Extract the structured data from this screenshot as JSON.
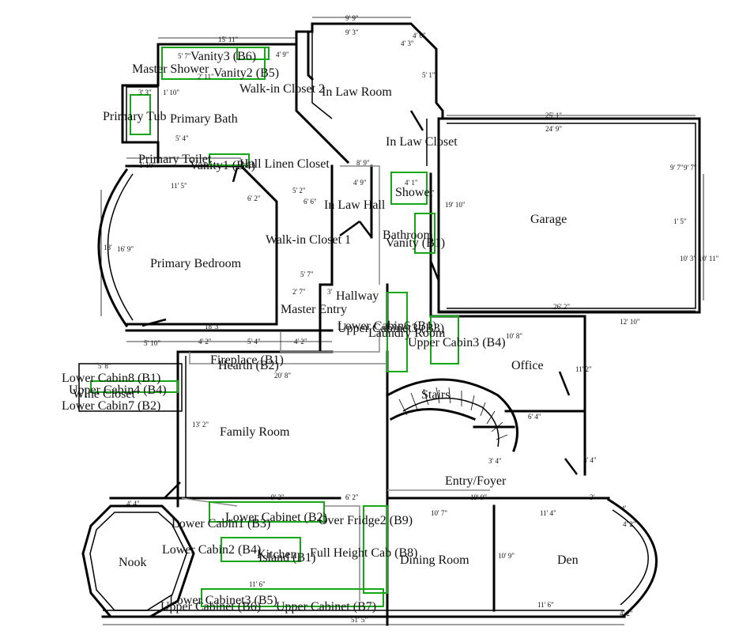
{
  "rooms": [
    {
      "name": "Master Shower"
    },
    {
      "name": "In Law Room"
    },
    {
      "name": "Primary Tub"
    },
    {
      "name": "Primary Bath"
    },
    {
      "name": "Walk-in Closet 2"
    },
    {
      "name": "In Law Closet"
    },
    {
      "name": "Primary Toilet"
    },
    {
      "name": "Hall Linen Closet"
    },
    {
      "name": "Shower"
    },
    {
      "name": "In Law Hall"
    },
    {
      "name": "Garage"
    },
    {
      "name": "Bathroom"
    },
    {
      "name": "Walk-in Closet 1"
    },
    {
      "name": "Primary Bedroom"
    },
    {
      "name": "Hallway"
    },
    {
      "name": "Master Entry"
    },
    {
      "name": "Laundry Room"
    },
    {
      "name": "Office"
    },
    {
      "name": "Hearth (B2)"
    },
    {
      "name": "Fireplace (B1)"
    },
    {
      "name": "Stairs"
    },
    {
      "name": "Family Room"
    },
    {
      "name": "Entry/Foyer"
    },
    {
      "name": "Kitchen"
    },
    {
      "name": "Dining Room"
    },
    {
      "name": "Den"
    },
    {
      "name": "Nook"
    }
  ],
  "cabinets": [
    {
      "name": "Vanity3 (B6)"
    },
    {
      "name": "Vanity2 (B5)"
    },
    {
      "name": "Vanity1 (B4)"
    },
    {
      "name": "Vanity (B1)"
    },
    {
      "name": "Lower Cabin6 (B1)"
    },
    {
      "name": "Upper Cabinet3 (B3)"
    },
    {
      "name": "Upper Cabin3 (B4)"
    },
    {
      "name": "Lower Cabin8 (B1)"
    },
    {
      "name": "Upper Cabin4 (B4)"
    },
    {
      "name": "Wine Closet"
    },
    {
      "name": "Lower Cabin7 (B2)"
    },
    {
      "name": "Lower Cabin1 (B3)"
    },
    {
      "name": "Lower Cabinet (B2)"
    },
    {
      "name": "Over Fridge2 (B9)"
    },
    {
      "name": "Lower Cabin2 (B4)"
    },
    {
      "name": "Island (B1)"
    },
    {
      "name": "Full Height Cab (B8)"
    },
    {
      "name": "Lower Cabinet3 (B5)"
    },
    {
      "name": "Upper Cabinet (B6)"
    },
    {
      "name": "Upper Cabinet (B7)"
    }
  ],
  "dimensions": [
    "15' 11\"",
    "9' 9\"",
    "9' 3\"",
    "5' 7\"",
    "4' 9\"",
    "4' 6\"",
    "4' 3\"",
    "5' 1\"",
    "2' 11\"",
    "1' 10\"",
    "3' 3\"",
    "5' 4\"",
    "1' 10\"",
    "25' 1\"",
    "24' 9\"",
    "9' 7\"",
    "9' 7\"",
    "1' 5\"",
    "11' 5\"",
    "8' 9\"",
    "4' 9\"",
    "4' 1\"",
    "6' 2\"",
    "6' 6\"",
    "5' 2\"",
    "18'",
    "16' 9\"",
    "19' 10\"",
    "10' 3\"",
    "10' 11\"",
    "5' 7\"",
    "2' 7\"",
    "3'",
    "18' 3\"",
    "26' 2\"",
    "12' 10\"",
    "5' 10\"",
    "4' 2\"",
    "5' 4\"",
    "4' 2\"",
    "10' 8\"",
    "5' 8\"",
    "20' 8\"",
    "11' 2\"",
    "13' 2\"",
    "6' 4\"",
    "3' 4\"",
    "8' 4\"",
    "19' 9\"",
    "4' 4\"",
    "9' 2\"",
    "6' 2\"",
    "10' 7\"",
    "11' 4\"",
    "3'",
    "4'",
    "4' 2\"",
    "11' 6\"",
    "10' 9\"",
    "11' 6\"",
    "51' 5\"",
    "4' 2\""
  ]
}
